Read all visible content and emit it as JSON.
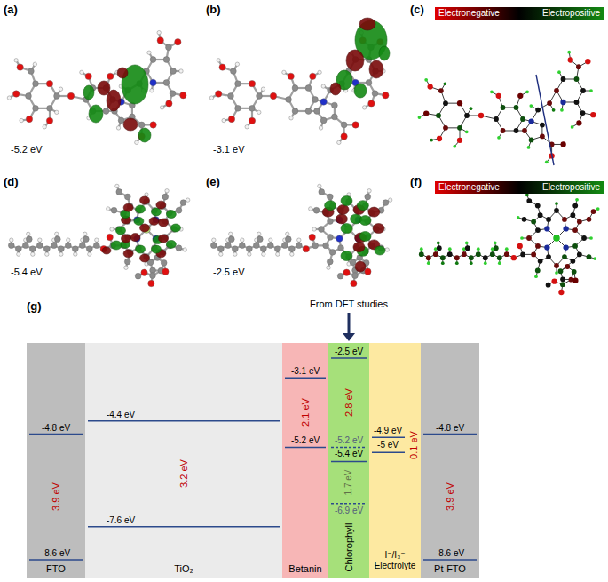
{
  "diagram": {
    "nodes": [
      {
        "text": [
          "-4.8 eV",
          "3.9 eV",
          "-8.6 eV",
          "FTO"
        ]
      },
      {
        "text": [
          "-4.4 eV",
          "3.2 eV",
          "-7.6 eV",
          "TiO₂"
        ]
      },
      {
        "text": [
          "-3.1 eV",
          "2.1 eV",
          "-5.2 eV",
          "Betanin"
        ]
      },
      {
        "text": [
          "-2.5 eV",
          "2.8 eV",
          "-5.2 eV",
          "-5.4 eV",
          "1.7 eV",
          "-6.9 eV",
          "Chlorophyll"
        ]
      },
      {
        "text": [
          "-4.9 eV",
          "-5 eV",
          "0.1 eV",
          "I⁻/I₃⁻ Electrolyte"
        ]
      },
      {
        "text": [
          "-4.8 eV",
          "3.9 eV",
          "-8.6 eV",
          "Pt-FTO"
        ]
      }
    ],
    "labels": [
      "(a)",
      "-5.2 eV",
      "(b)",
      "-3.1 eV",
      "(c)",
      "Electronegative",
      "Electropositive",
      "(d)",
      "-5.4 eV",
      "(e)",
      "-2.5 eV",
      "(f)",
      "Electronegative",
      "Electropositive",
      "From DFT studies",
      "(g)"
    ]
  }
}
